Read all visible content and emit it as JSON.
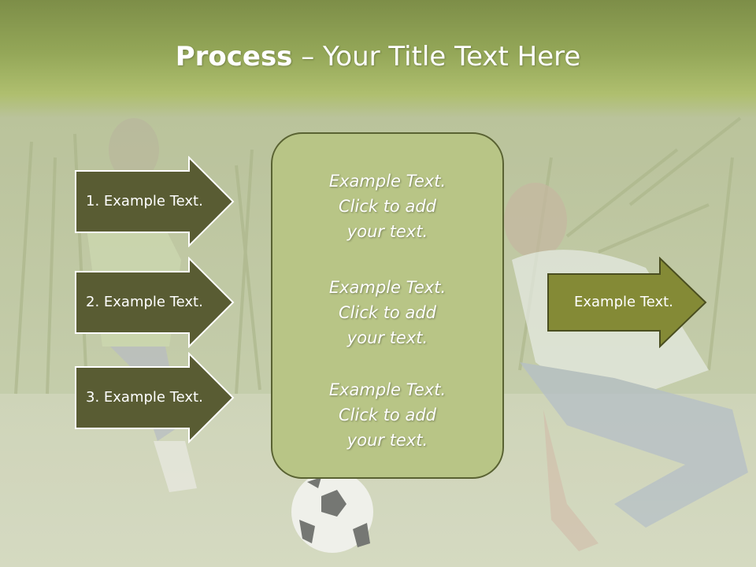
{
  "slide": {
    "title_bold": "Process",
    "title_rest": " – Your Title Text Here"
  },
  "steps": [
    {
      "label": "1. Example Text."
    },
    {
      "label": "2. Example Text."
    },
    {
      "label": "3. Example Text."
    }
  ],
  "center": {
    "items": [
      {
        "text": "Example Text.\nClick  to add\nyour text."
      },
      {
        "text": "Example Text.\nClick  to add\nyour text."
      },
      {
        "text": "Example Text.\nClick  to add\nyour text."
      }
    ]
  },
  "result": {
    "label": "Example Text."
  },
  "colors": {
    "step_arrow": "#595c33",
    "result_arrow": "#848a36",
    "center_box": "#b8c586",
    "title_band": "#94a758"
  }
}
